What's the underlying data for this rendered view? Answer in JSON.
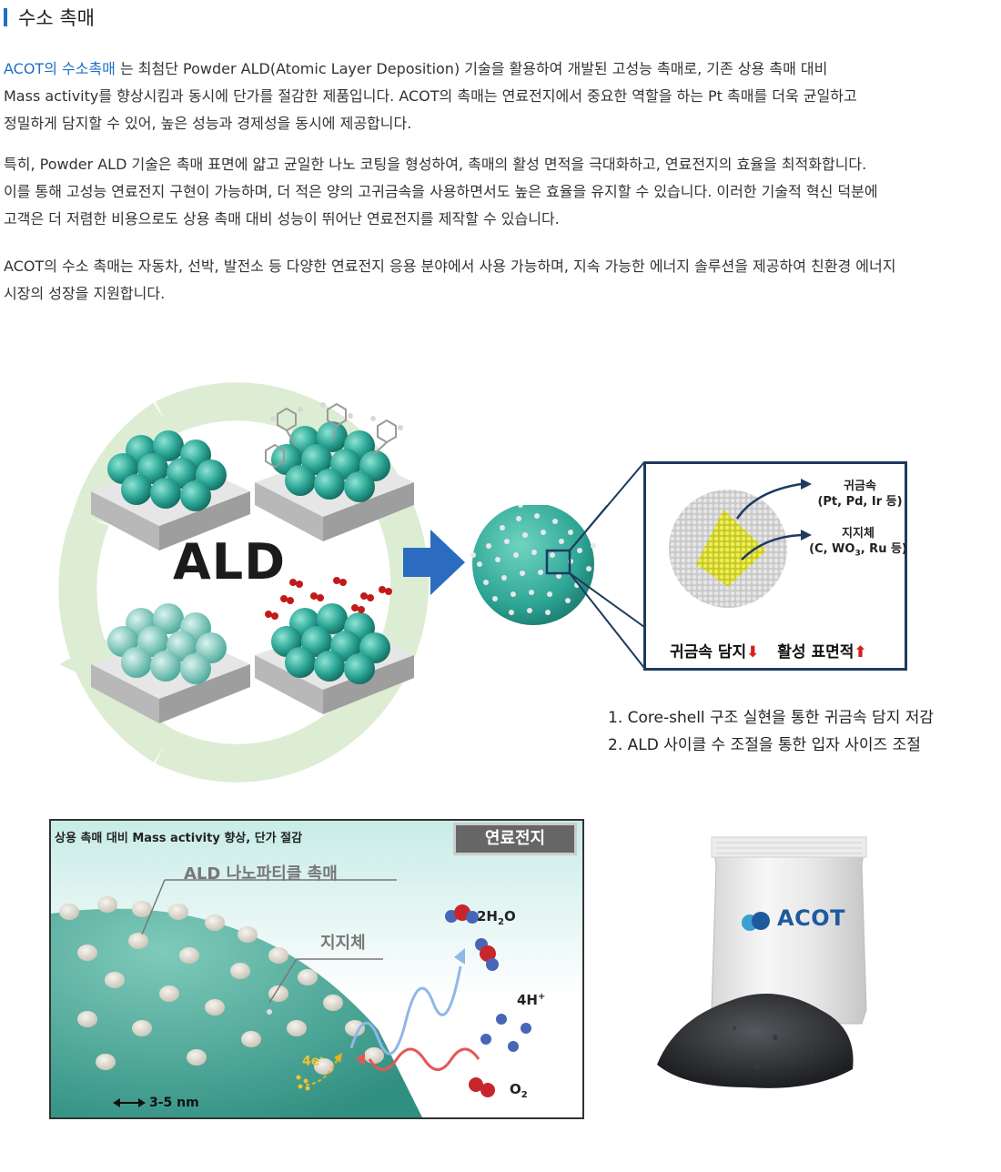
{
  "header": {
    "title": "수소 촉매"
  },
  "intro": {
    "highlight": "ACOT의 수소촉매",
    "p1_rest": " 는 최첨단 Powder ALD(Atomic Layer Deposition) 기술을 활용하여 개발된 고성능 촉매로, 기존 상용 촉매 대비",
    "p1_line2": "Mass activity를 향상시킴과 동시에 단가를 절감한 제품입니다. ACOT의 촉매는 연료전지에서 중요한 역할을 하는 Pt 촉매를 더욱 균일하고",
    "p1_line3": "정밀하게 담지할 수 있어, 높은 성능과 경제성을 동시에 제공합니다.",
    "p2_line1": "특히, Powder ALD 기술은 촉매 표면에 얇고 균일한 나노 코팅을 형성하여, 촉매의 활성 면적을 극대화하고, 연료전지의 효율을 최적화합니다.",
    "p2_line2": "이를 통해 고성능 연료전지 구현이 가능하며, 더 적은 양의 고귀금속을 사용하면서도 높은 효율을 유지할 수 있습니다. 이러한 기술적 혁신 덕분에",
    "p2_line3": "고객은 더 저렴한 비용으로도 상용 촉매 대비 성능이 뛰어난 연료전지를 제작할 수 있습니다.",
    "p3_line1": "ACOT의 수소 촉매는 자동차, 선박, 발전소 등 다양한 연료전지 응용 분야에서 사용 가능하며, 지속 가능한 에너지 솔루션을 제공하여 친환경 에너지",
    "p3_line2": "시장의 성장을 지원합니다."
  },
  "diagram": {
    "cycle_label": "ALD",
    "core_shell": {
      "label_metal": "귀금속",
      "label_metal_sub": "(Pt, Pd, Ir 등)",
      "label_support": "지지체",
      "label_support_sub_a": "(C, WO",
      "label_support_sub_sub": "3",
      "label_support_sub_b": ", Ru 등)",
      "bottom_left": "귀금속 담지",
      "bottom_right": "활성 표면적"
    },
    "benefits": [
      "1. Core-shell 구조 실현을 통한 귀금속 담지 저감",
      "2. ALD 사이클 수 조절을 통한 입자 사이즈 조절"
    ]
  },
  "fuel_cell_panel": {
    "caption": "상용 촉매 대비 Mass activity 향상, 단가 절감",
    "tag": "연료전지",
    "label_particle": "ALD 나노파티클 촉매",
    "label_support": "지지체",
    "water": "2H",
    "water_sub": "2",
    "water_end": "O",
    "hydrogen": "4H",
    "hydrogen_sup": "+",
    "oxygen": "O",
    "oxygen_sub": "2",
    "electrons": "4e",
    "electrons_sup": "-",
    "scale": "3-5 nm"
  },
  "product": {
    "brand": "ACOT"
  },
  "colors": {
    "accent": "#1f6fc5",
    "teal": "#3fb8a4",
    "arrow_blue": "#2b6cc0",
    "navy_frame": "#1e3a5f",
    "red_arrow": "#d42020"
  }
}
